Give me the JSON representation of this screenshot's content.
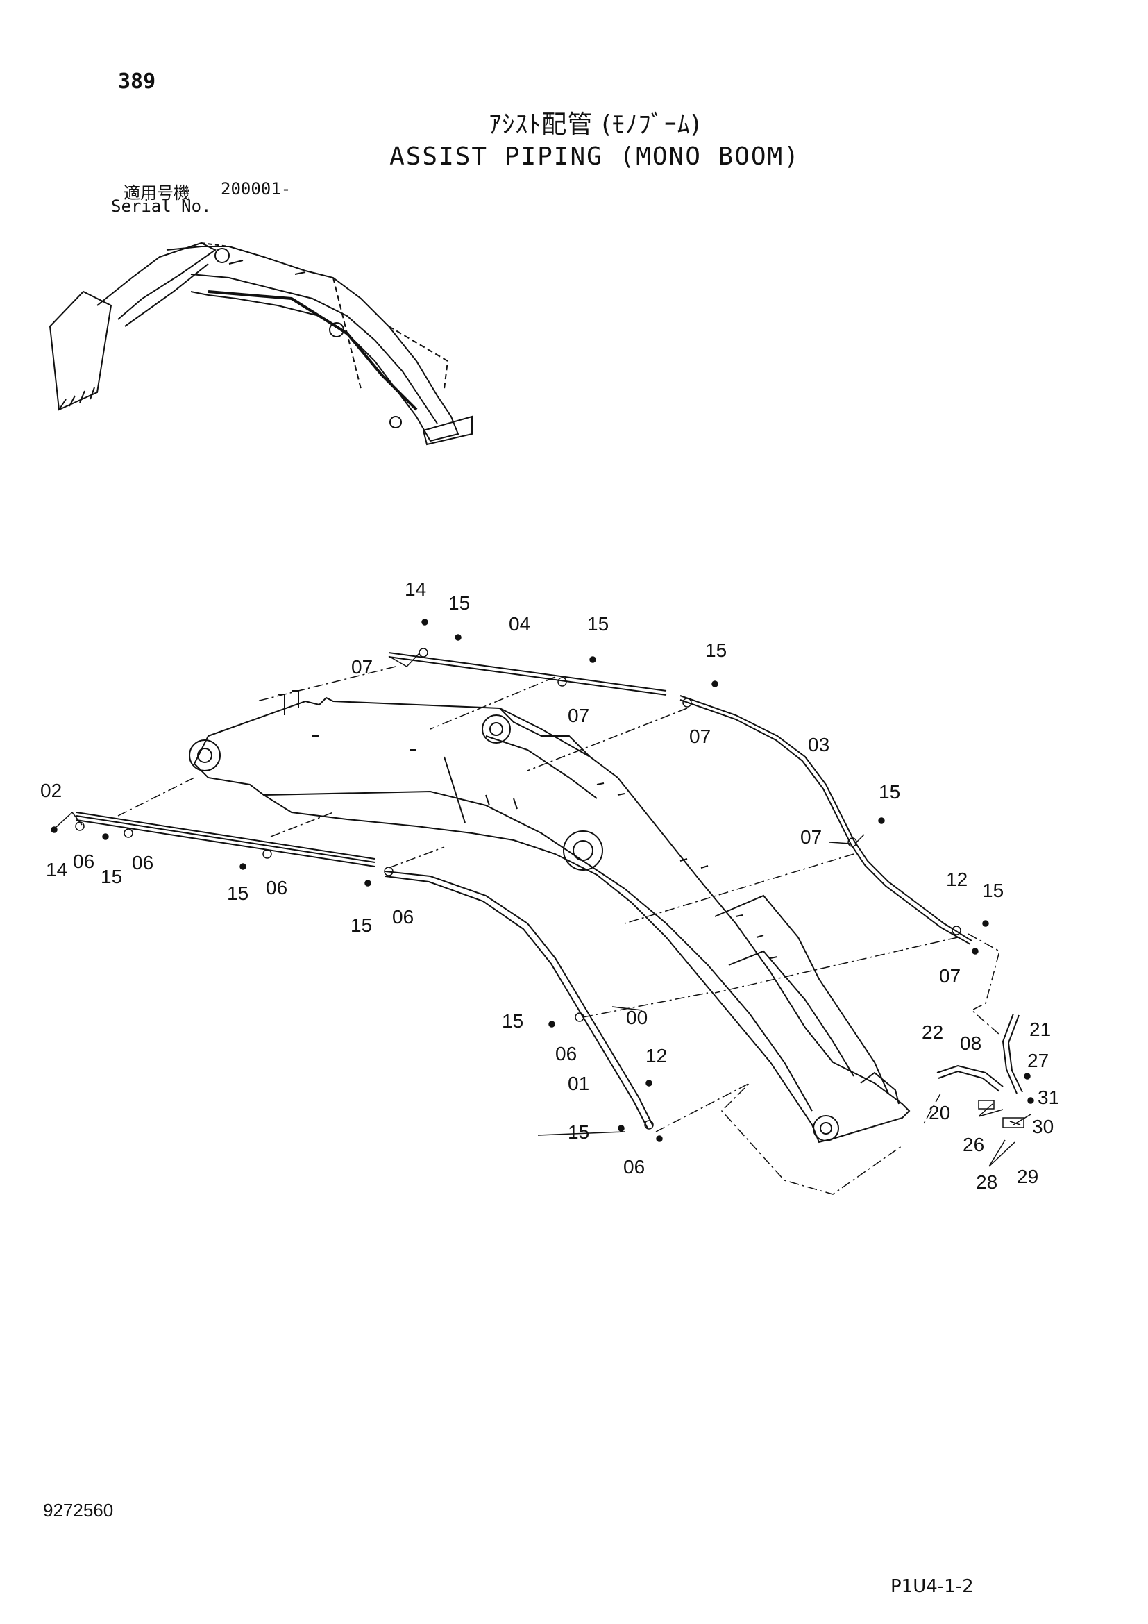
{
  "page": {
    "page_number": "389",
    "title_jp": "ｱｼｽﾄ配管 (ﾓﾉﾌﾞｰﾑ)",
    "title_en": "ASSIST PIPING (MONO BOOM)",
    "serial_label_jp": "適用号機",
    "serial_range": "200001-",
    "serial_label_en": "Serial No.",
    "doc_number": "9272560",
    "sheet_code": "P1U4-1-2"
  },
  "callouts": [
    {
      "id": "c-14-top",
      "text": "14"
    },
    {
      "id": "c-15-top-a",
      "text": "15"
    },
    {
      "id": "c-04",
      "text": "04"
    },
    {
      "id": "c-15-top-b",
      "text": "15"
    },
    {
      "id": "c-15-top-c",
      "text": "15"
    },
    {
      "id": "c-07-a",
      "text": "07"
    },
    {
      "id": "c-07-b",
      "text": "07"
    },
    {
      "id": "c-07-c",
      "text": "07"
    },
    {
      "id": "c-03",
      "text": "03"
    },
    {
      "id": "c-15-right-a",
      "text": "15"
    },
    {
      "id": "c-07-d",
      "text": "07"
    },
    {
      "id": "c-12-right",
      "text": "12"
    },
    {
      "id": "c-15-right-b",
      "text": "15"
    },
    {
      "id": "c-07-e",
      "text": "07"
    },
    {
      "id": "c-02",
      "text": "02"
    },
    {
      "id": "c-14-left",
      "text": "14"
    },
    {
      "id": "c-06-a",
      "text": "06"
    },
    {
      "id": "c-15-left-a",
      "text": "15"
    },
    {
      "id": "c-06-b",
      "text": "06"
    },
    {
      "id": "c-15-left-b",
      "text": "15"
    },
    {
      "id": "c-06-c",
      "text": "06"
    },
    {
      "id": "c-15-left-c",
      "text": "15"
    },
    {
      "id": "c-06-d",
      "text": "06"
    },
    {
      "id": "c-15-mid",
      "text": "15"
    },
    {
      "id": "c-00",
      "text": "00"
    },
    {
      "id": "c-06-e",
      "text": "06"
    },
    {
      "id": "c-12-mid",
      "text": "12"
    },
    {
      "id": "c-01",
      "text": "01"
    },
    {
      "id": "c-15-low",
      "text": "15"
    },
    {
      "id": "c-06-f",
      "text": "06"
    },
    {
      "id": "c-22",
      "text": "22"
    },
    {
      "id": "c-08",
      "text": "08"
    },
    {
      "id": "c-21",
      "text": "21"
    },
    {
      "id": "c-27",
      "text": "27"
    },
    {
      "id": "c-20",
      "text": "20"
    },
    {
      "id": "c-31",
      "text": "31"
    },
    {
      "id": "c-30",
      "text": "30"
    },
    {
      "id": "c-26",
      "text": "26"
    },
    {
      "id": "c-28",
      "text": "28"
    },
    {
      "id": "c-29",
      "text": "29"
    }
  ]
}
